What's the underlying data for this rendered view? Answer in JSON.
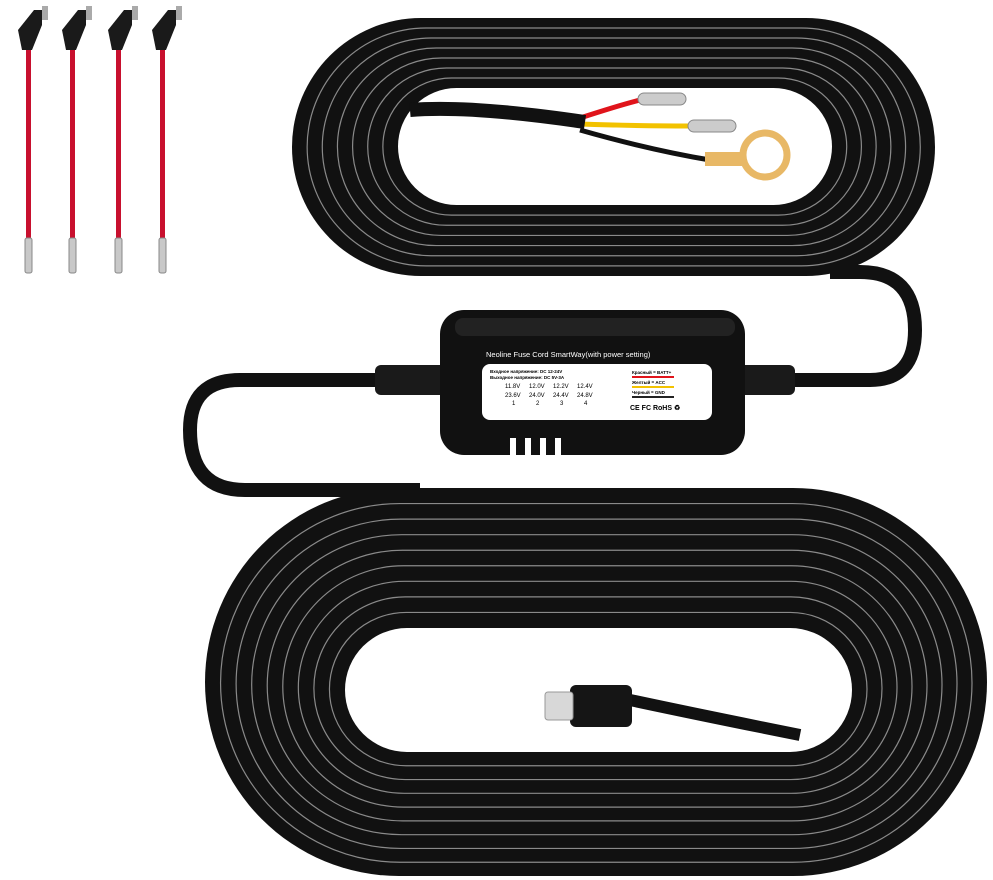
{
  "product": {
    "box_title": "Neoline Fuse Cord SmartWay(with power setting)",
    "input_voltage": "Входное напряжение: DC 12-24V",
    "output_voltage": "Выходное напряжение: DC 5V-3A",
    "settings": [
      {
        "number": "1",
        "v12": "11.8V",
        "v24": "23.6V"
      },
      {
        "number": "2",
        "v12": "12.0V",
        "v24": "24.0V"
      },
      {
        "number": "3",
        "v12": "12.2V",
        "v24": "24.4V"
      },
      {
        "number": "4",
        "v12": "12.4V",
        "v24": "24.8V"
      }
    ],
    "wire_legend": [
      {
        "text": "Красный = BATT+",
        "color": "#e0141b"
      },
      {
        "text": "Желтый = ACC",
        "color": "#f2c200"
      },
      {
        "text": "Черный = GND",
        "color": "#222222"
      }
    ],
    "certifications": "CE FC RoHS ♻"
  },
  "colors": {
    "cable": "#111111",
    "fuse_wire": "#c8102e",
    "terminal": "#e8b866"
  }
}
